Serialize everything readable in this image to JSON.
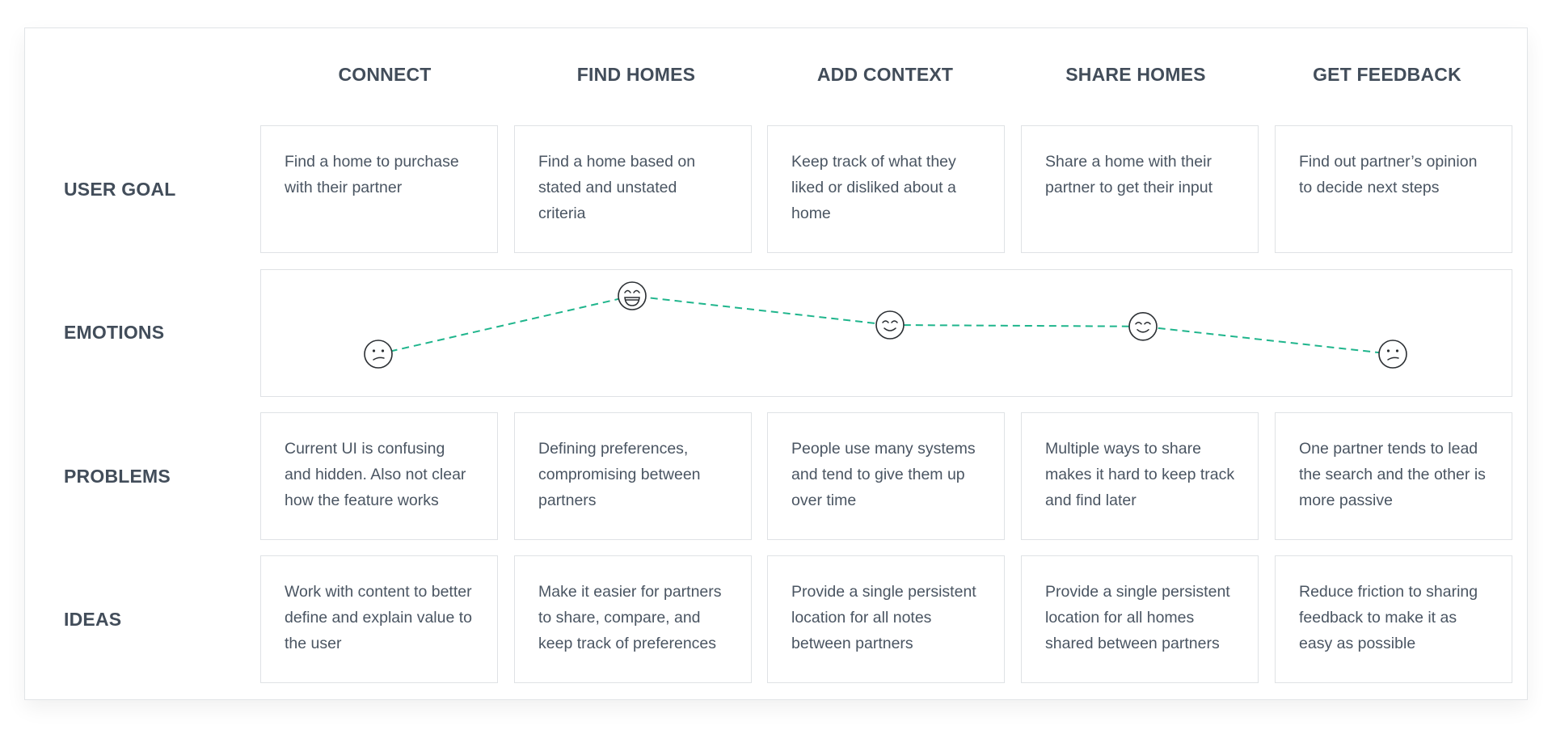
{
  "stages": [
    "CONNECT",
    "FIND HOMES",
    "ADD CONTEXT",
    "SHARE HOMES",
    "GET FEEDBACK"
  ],
  "rows": [
    {
      "label": "USER GOAL",
      "cells": [
        "Find a home to purchase with their partner",
        "Find a home based on stated and unstated criteria",
        "Keep track of what they liked or disliked about a home",
        "Share a home with their partner to get their input",
        "Find out partner’s opinion to decide next steps"
      ]
    },
    {
      "label": "EMOTIONS",
      "emotions": [
        "confused",
        "very-happy",
        "content",
        "content",
        "confused"
      ],
      "levels": [
        0.2,
        1.0,
        0.6,
        0.58,
        0.2
      ]
    },
    {
      "label": "PROBLEMS",
      "cells": [
        "Current UI is confusing and hidden. Also not clear how the feature works",
        "Defining preferences, compromising between partners",
        "People use many systems and tend to give them up over time",
        "Multiple ways to share makes it hard to keep track and find later",
        "One partner tends to lead the search and the other is more passive"
      ]
    },
    {
      "label": "IDEAS",
      "cells": [
        "Work with content to better define and explain value to the user",
        "Make it easier for partners to share, compare, and keep track of preferences",
        "Provide a single persistent location for all notes between partners",
        "Provide a single persistent location for all homes shared between partners",
        "Reduce friction to sharing feedback to make it as easy as possible"
      ]
    }
  ],
  "colors": {
    "line": "#1fb58c",
    "text": "#424d5a",
    "border": "#dfe2e5"
  }
}
